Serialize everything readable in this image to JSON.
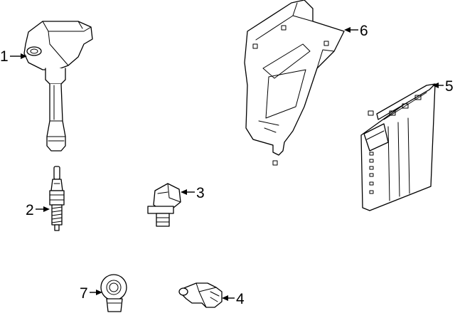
{
  "callouts": [
    {
      "number": "1",
      "part_icon": "ignition-coil-icon"
    },
    {
      "number": "2",
      "part_icon": "spark-plug-icon"
    },
    {
      "number": "3",
      "part_icon": "camshaft-position-sensor-icon"
    },
    {
      "number": "4",
      "part_icon": "crankshaft-position-sensor-icon"
    },
    {
      "number": "5",
      "part_icon": "engine-control-module-icon"
    },
    {
      "number": "6",
      "part_icon": "ecm-bracket-icon"
    },
    {
      "number": "7",
      "part_icon": "knock-sensor-icon"
    }
  ],
  "colors": {
    "line": "#000000",
    "background": "#ffffff"
  }
}
